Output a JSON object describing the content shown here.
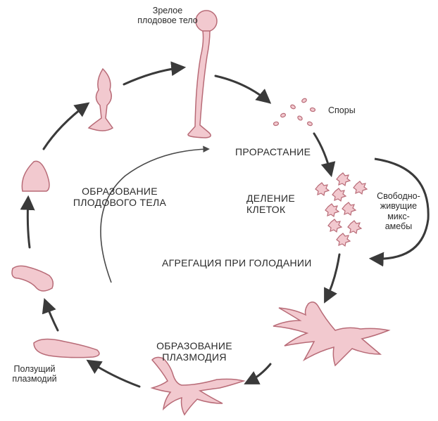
{
  "labels": {
    "mature_fruiting_body": [
      "Зрелое",
      "плодовое тело"
    ],
    "spores": "Споры",
    "germination": "ПРОРАСТАНИЕ",
    "cell_division": [
      "ДЕЛЕНИЕ",
      "КЛЕТОК"
    ],
    "free_living_amoebae": [
      "Свободно-",
      "живущие",
      "микс-",
      "амебы"
    ],
    "aggregation": "АГРЕГАЦИЯ ПРИ ГОЛОДАНИИ",
    "plasmodium_formation": [
      "ОБРАЗОВАНИЕ",
      "ПЛАЗМОДИЯ"
    ],
    "crawling_plasmodium": [
      "Ползущий",
      "плазмодий"
    ],
    "fruiting_body_formation": [
      "ОБРАЗОВАНИЕ",
      "ПЛОДОВОГО ТЕЛА"
    ]
  },
  "colors": {
    "organism_fill": "#f2c9cf",
    "organism_stroke": "#b86b77",
    "arrow": "#3a3a3a",
    "text": "#2a2a2a"
  }
}
